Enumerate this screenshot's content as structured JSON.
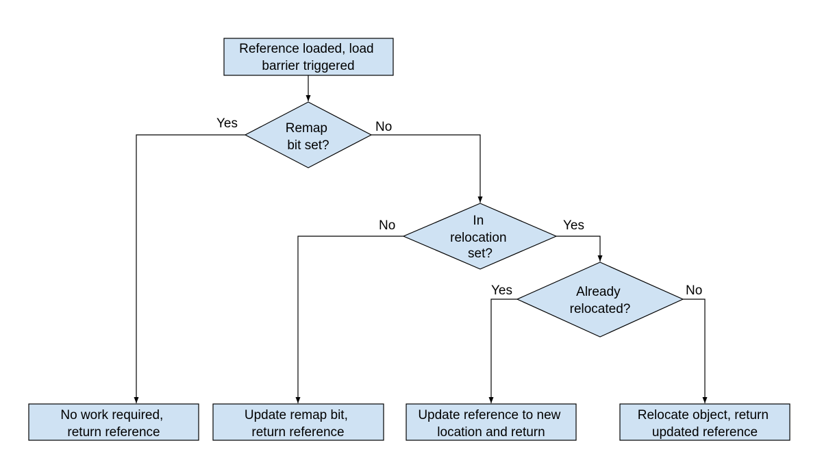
{
  "diagram": {
    "nodes": {
      "start": {
        "lines": [
          "Reference loaded, load",
          "barrier triggered"
        ]
      },
      "remap_decision": {
        "lines": [
          "Remap",
          "bit set?"
        ]
      },
      "relocation_decision": {
        "lines": [
          "In",
          "relocation",
          "set?"
        ]
      },
      "already_decision": {
        "lines": [
          "Already",
          "relocated?"
        ]
      },
      "no_work": {
        "lines": [
          "No work required,",
          "return reference"
        ]
      },
      "update_remap": {
        "lines": [
          "Update remap bit,",
          "return reference"
        ]
      },
      "update_reference": {
        "lines": [
          "Update reference to new",
          "location and return"
        ]
      },
      "relocate_object": {
        "lines": [
          "Relocate object, return",
          "updated reference"
        ]
      }
    },
    "edge_labels": {
      "remap_yes": "Yes",
      "remap_no": "No",
      "relocation_no": "No",
      "relocation_yes": "Yes",
      "already_yes": "Yes",
      "already_no": "No"
    },
    "colors": {
      "node_fill": "#cfe2f3",
      "stroke": "#000000",
      "text": "#000000"
    }
  }
}
